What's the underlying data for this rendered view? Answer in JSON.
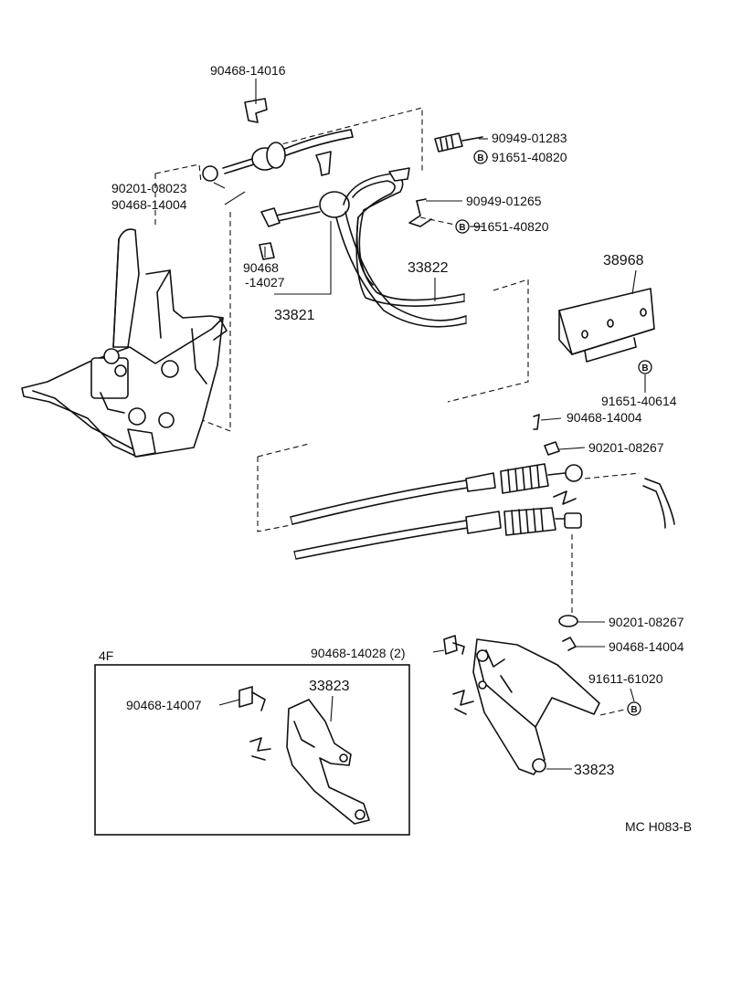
{
  "diagram": {
    "callouts": {
      "c_90468_14016": "90468-14016",
      "c_90949_01283": "90949-01283",
      "c_91651_40820_a": "91651-40820",
      "c_90201_08023": "90201-08023",
      "c_90468_14004_a": "90468-14004",
      "c_90949_01265": "90949-01265",
      "c_91651_40820_b": "91651-40820",
      "c_90468": "90468",
      "c_14027": "-14027",
      "c_33822": "33822",
      "c_33821": "33821",
      "c_38968": "38968",
      "c_91651_40614": "91651-40614",
      "c_90468_14004_b": "90468-14004",
      "c_90201_08267_a": "90201-08267",
      "c_90201_08267_b": "90201-08267",
      "c_90468_14004_c": "90468-14004",
      "c_90468_14028": "90468-14028 (2)",
      "c_91611_61020": "91611-61020",
      "c_33823_main": "33823",
      "c_90468_14007": "90468-14007",
      "c_33823_box": "33823",
      "variant_4f": "4F",
      "drawing_code": "MC H083-B"
    },
    "bolt_marker": "B"
  }
}
